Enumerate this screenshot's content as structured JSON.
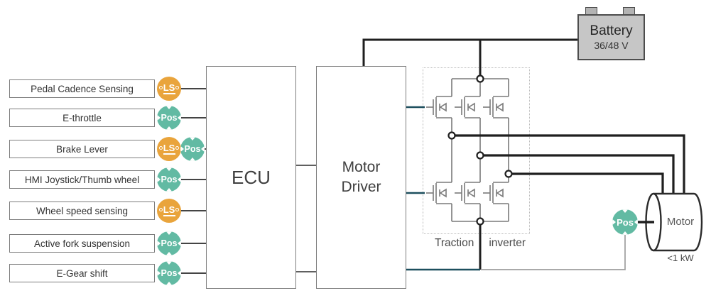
{
  "sensors": [
    {
      "label": "Pedal Cadence Sensing",
      "badges": [
        "LS"
      ]
    },
    {
      "label": "E-throttle",
      "badges": [
        "Pos"
      ]
    },
    {
      "label": "Brake Lever",
      "badges": [
        "LS",
        "Pos"
      ]
    },
    {
      "label": "HMI Joystick/Thumb wheel",
      "badges": [
        "Pos"
      ]
    },
    {
      "label": "Wheel speed sensing",
      "badges": [
        "LS"
      ]
    },
    {
      "label": "Active fork suspension",
      "badges": [
        "Pos"
      ]
    },
    {
      "label": "E-Gear shift",
      "badges": [
        "Pos"
      ]
    }
  ],
  "badge_types": {
    "LS": {
      "label": "LS",
      "icon": "linear-sensor-badge-icon"
    },
    "Pos": {
      "label": "Pos",
      "icon": "position-sensor-badge-icon"
    }
  },
  "ecu": {
    "label": "ECU"
  },
  "motor_driver": {
    "line1": "Motor",
    "line2": "Driver"
  },
  "battery": {
    "title": "Battery",
    "voltage": "36/48 V"
  },
  "traction_inverter": {
    "label_left": "Traction",
    "label_right": "inverter"
  },
  "motor": {
    "label": "Motor",
    "power": "<1 kW"
  },
  "colors": {
    "ls_badge": "#E9A43C",
    "pos_badge": "#62BAA3",
    "gate_signal_wire": "#1D4F5E",
    "power_wire": "#1F1F1F",
    "component_outline": "#7D7D7D"
  }
}
